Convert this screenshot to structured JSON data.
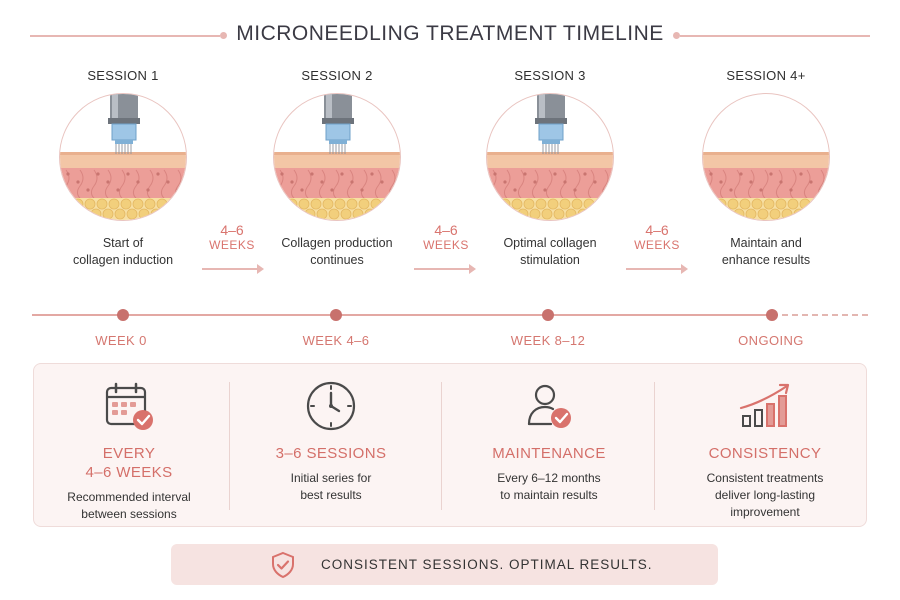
{
  "title": "MICRONEEDLING TREATMENT TIMELINE",
  "sessions": [
    {
      "label": "SESSION 1",
      "desc_line1": "Start of",
      "desc_line2": "collagen induction",
      "needle": true
    },
    {
      "label": "SESSION 2",
      "desc_line1": "Collagen production",
      "desc_line2": "continues",
      "needle": true
    },
    {
      "label": "SESSION 3",
      "desc_line1": "Optimal collagen",
      "desc_line2": "stimulation",
      "needle": true
    },
    {
      "label": "SESSION 4+",
      "desc_line1": "Maintain and",
      "desc_line2": "enhance results",
      "needle": false
    }
  ],
  "intervals": [
    {
      "num": "4–6",
      "unit": "WEEKS"
    },
    {
      "num": "4–6",
      "unit": "WEEKS"
    },
    {
      "num": "4–6",
      "unit": "WEEKS"
    }
  ],
  "timeline": {
    "weeks": [
      "WEEK 0",
      "WEEK 4–6",
      "WEEK 8–12",
      "ONGOING"
    ]
  },
  "cards": [
    {
      "icon": "calendar-check-icon",
      "title_line1": "EVERY",
      "title_line2": "4–6 WEEKS",
      "desc_line1": "Recommended interval",
      "desc_line2": "between sessions",
      "desc_line3": ""
    },
    {
      "icon": "clock-icon",
      "title_line1": "3–6 SESSIONS",
      "title_line2": "",
      "desc_line1": "Initial series for",
      "desc_line2": "best results",
      "desc_line3": ""
    },
    {
      "icon": "user-check-icon",
      "title_line1": "MAINTENANCE",
      "title_line2": "",
      "desc_line1": "Every 6–12 months",
      "desc_line2": "to maintain results",
      "desc_line3": ""
    },
    {
      "icon": "growth-chart-icon",
      "title_line1": "CONSISTENCY",
      "title_line2": "",
      "desc_line1": "Consistent treatments",
      "desc_line2": "deliver long-lasting",
      "desc_line3": "improvement"
    }
  ],
  "footer": {
    "icon": "shield-check-icon",
    "text": "CONSISTENT SESSIONS. OPTIMAL RESULTS."
  },
  "colors": {
    "accent": "#d46f69",
    "line": "#e3a8a3",
    "dot": "#c8716d",
    "panel": "#fcf4f3",
    "footer": "#f6e3e1"
  }
}
